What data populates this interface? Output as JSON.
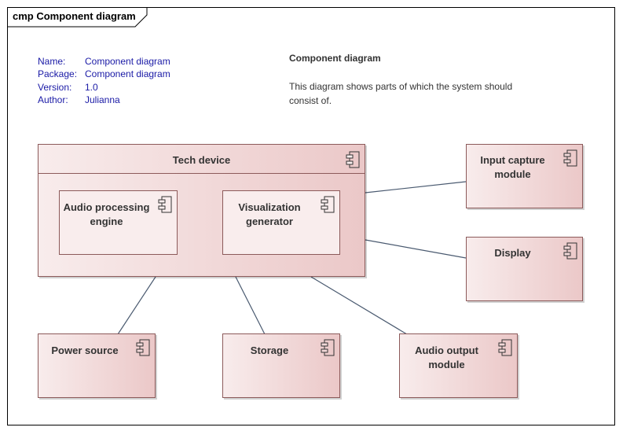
{
  "frame": {
    "title": "cmp Component diagram"
  },
  "metadata": [
    {
      "key": "Name:",
      "value": "Component diagram"
    },
    {
      "key": "Package:",
      "value": "Component diagram"
    },
    {
      "key": "Version:",
      "value": "1.0"
    },
    {
      "key": "Author:",
      "value": "Julianna"
    }
  ],
  "note": {
    "title": "Component diagram",
    "body": "This diagram shows parts of which the system should consist of."
  },
  "components": {
    "tech_device": "Tech device",
    "audio_processing_engine": "Audio processing engine",
    "visualization_generator": "Visualization generator",
    "input_capture_module": "Input capture module",
    "display": "Display",
    "power_source": "Power source",
    "storage": "Storage",
    "audio_output_module": "Audio output module"
  },
  "icon_name": "uml-component-icon",
  "colors": {
    "component_fill_light": "#f8ecec",
    "component_fill_dark": "#ebc8c8",
    "component_border": "#8c5a5a",
    "metadata_text": "#1a1aa6",
    "connector": "#4a5a70"
  }
}
